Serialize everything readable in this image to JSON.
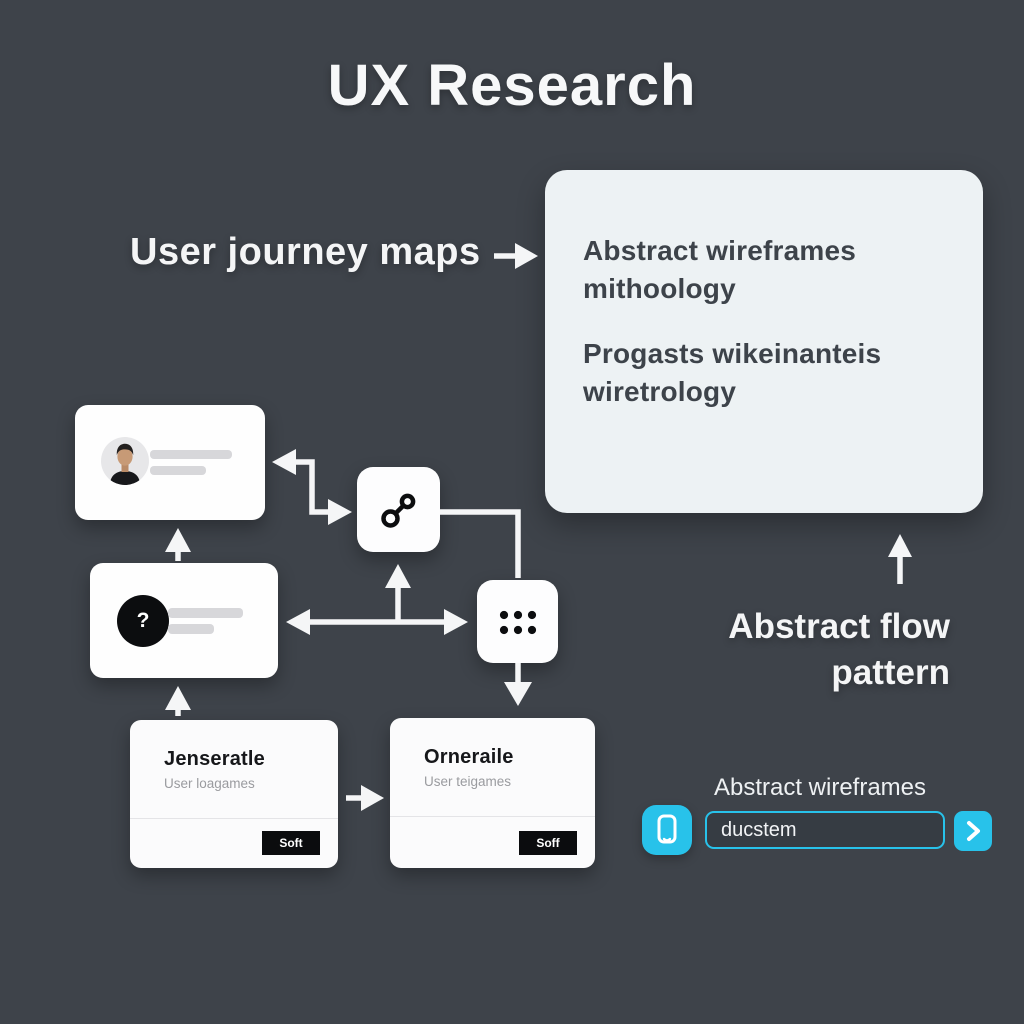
{
  "title": "UX Research",
  "journey": {
    "label": "User journey maps"
  },
  "panel": {
    "paragraphs": [
      "Abstract wireframes mithoology",
      "Progasts wikeinanteis wiretrology"
    ]
  },
  "flow": {
    "question_card": {
      "icon_glyph": "?"
    },
    "card_left": {
      "title": "Jenseratle",
      "subtitle": "User loagames",
      "button_label": "Soft"
    },
    "card_right": {
      "title": "Orneraile",
      "subtitle": "User teigames",
      "button_label": "Soff"
    }
  },
  "flow_caption": {
    "line1": "Abstract flow",
    "line2": "pattern"
  },
  "search_widget": {
    "label": "Abstract wireframes",
    "input_value": "ducstem"
  },
  "colors": {
    "background": "#3e434a",
    "panel": "#edf2f4",
    "card": "#fdfdfe",
    "accent_cyan": "#28c2ea",
    "dark_text": "#3d434a",
    "arrow": "#f5f6f7"
  }
}
